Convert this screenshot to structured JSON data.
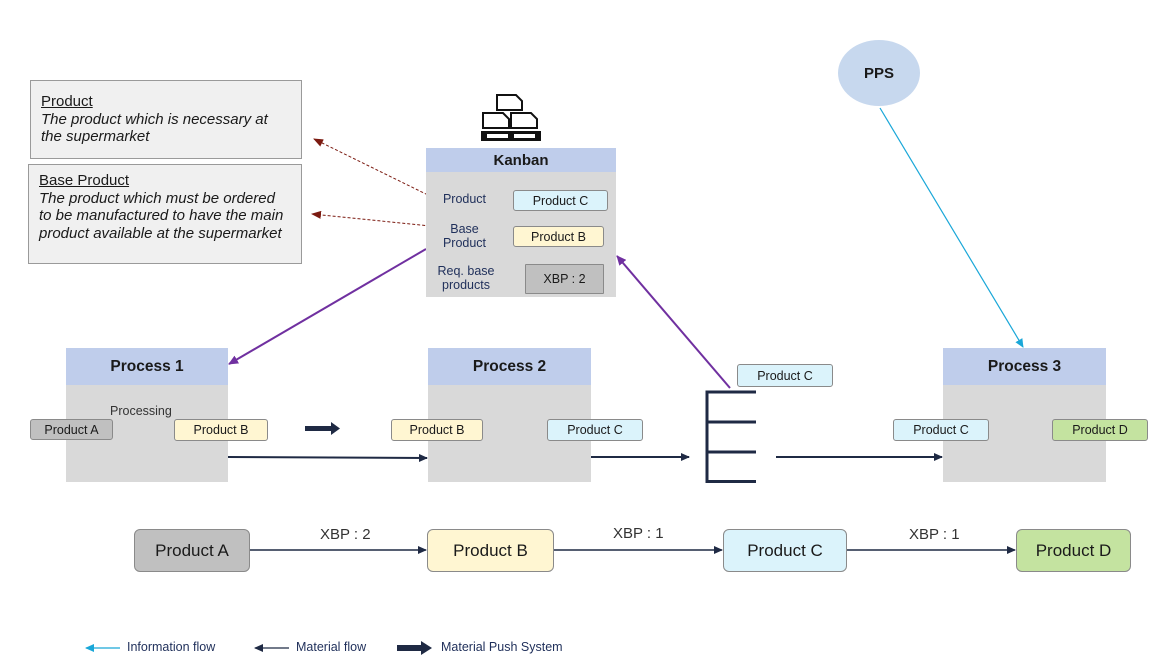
{
  "notes": {
    "product": {
      "title": "Product",
      "desc": "The product which is necessary at the supermarket"
    },
    "base_product": {
      "title": "Base Product",
      "desc": "The product which must be ordered to be manufactured to have the main product available at the supermarket"
    }
  },
  "kanban": {
    "title": "Kanban",
    "rows": [
      {
        "label": "Product",
        "value": "Product C"
      },
      {
        "label": "Base Product",
        "value": "Product B"
      },
      {
        "label": "Req. base products",
        "value": "XBP : 2"
      }
    ]
  },
  "pps": {
    "label": "PPS"
  },
  "processes": [
    {
      "title": "Process 1",
      "sublabel": "Processing",
      "input": "Product A",
      "output": "Product B"
    },
    {
      "title": "Process 2",
      "input": "Product B",
      "output": "Product C"
    },
    {
      "title": "Process 3",
      "input": "Product C",
      "output": "Product D"
    }
  ],
  "supermarket": {
    "label": "Product C"
  },
  "flow": {
    "products": [
      "Product A",
      "Product B",
      "Product C",
      "Product D"
    ],
    "ratios": [
      "XBP : 2",
      "XBP : 1",
      "XBP : 1"
    ]
  },
  "legend": {
    "information": "Information flow",
    "material": "Material flow",
    "push": "Material Push System"
  },
  "colors": {
    "information_flow": "#1aa7d8",
    "kanban_flow": "#7030a0",
    "note_link": "#7b1a10",
    "material_flow": "#1f2a44",
    "header": "#bfcdeb"
  }
}
